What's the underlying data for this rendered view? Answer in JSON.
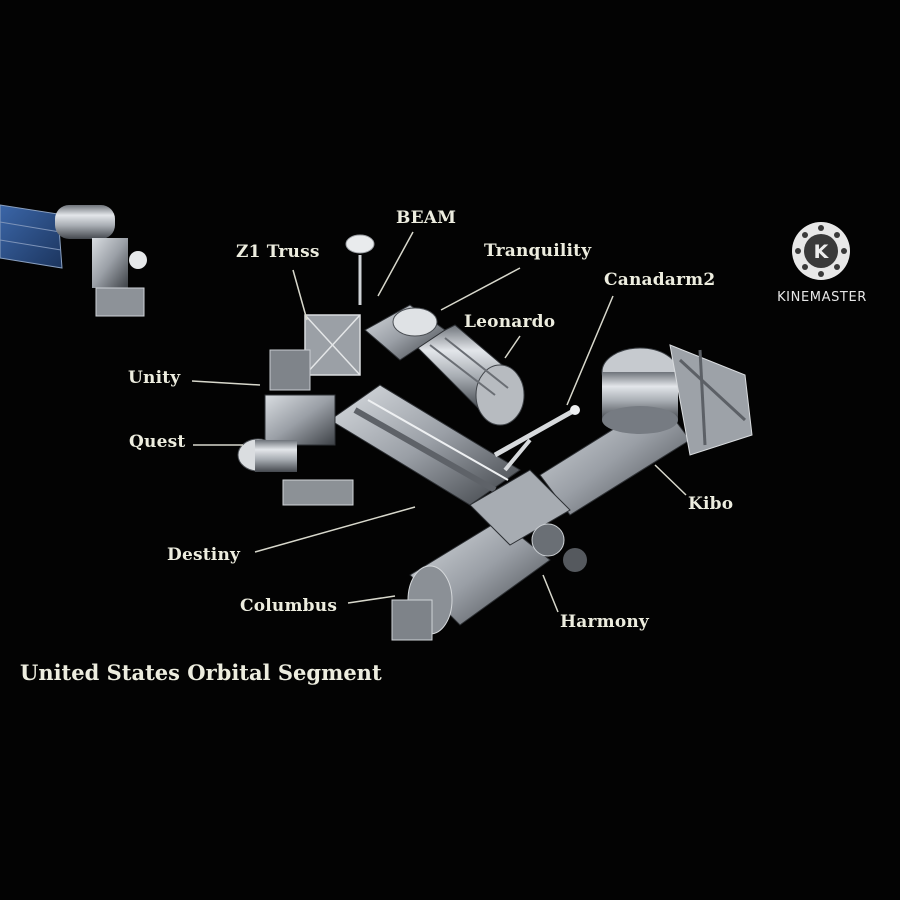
{
  "diagram": {
    "caption": "United States Orbital Segment",
    "labels": {
      "beam": "BEAM",
      "z1_truss": "Z1 Truss",
      "tranquility": "Tranquility",
      "canadarm2": "Canadarm2",
      "leonardo": "Leonardo",
      "unity": "Unity",
      "quest": "Quest",
      "kibo": "Kibo",
      "destiny": "Destiny",
      "columbus": "Columbus",
      "harmony": "Harmony"
    }
  },
  "watermark": {
    "text": "KINEMASTER",
    "logo_letter": "K"
  },
  "colors": {
    "background": "#030303",
    "label_text": "#ededdf",
    "module_metal": "#b9bec4",
    "solar_panel": "#2b4f86"
  }
}
